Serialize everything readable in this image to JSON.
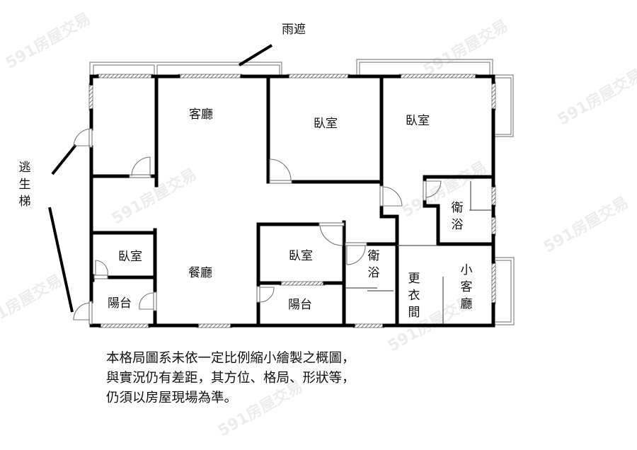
{
  "plan": {
    "labels": {
      "canopy": "雨遮",
      "escape_stair": [
        "逃",
        "生",
        "梯"
      ],
      "living_room": "客廳",
      "bedroom_top_center": "臥室",
      "bedroom_top_right": "臥室",
      "bedroom_left": "臥室",
      "balcony_left": "陽台",
      "dining_room": "餐廳",
      "bedroom_center": "臥室",
      "balcony_center": "陽台",
      "bath_center": [
        "衛",
        "浴"
      ],
      "bath_right": [
        "衛",
        "浴"
      ],
      "walk_in_closet": [
        "更",
        "衣",
        "間"
      ],
      "small_living_room": [
        "小",
        "客",
        "廳"
      ]
    },
    "disclaimer": [
      "本格局圖系未依一定比例縮小繪製之概圖，",
      "與實況仍有差距，其方位、格局、形狀等，",
      "仍須以房屋現場為準。"
    ],
    "watermark": "591房屋交易",
    "colors": {
      "wall": "#000000",
      "window_hatch": "#555555",
      "thin_line": "#777777",
      "background": "#ffffff"
    }
  }
}
